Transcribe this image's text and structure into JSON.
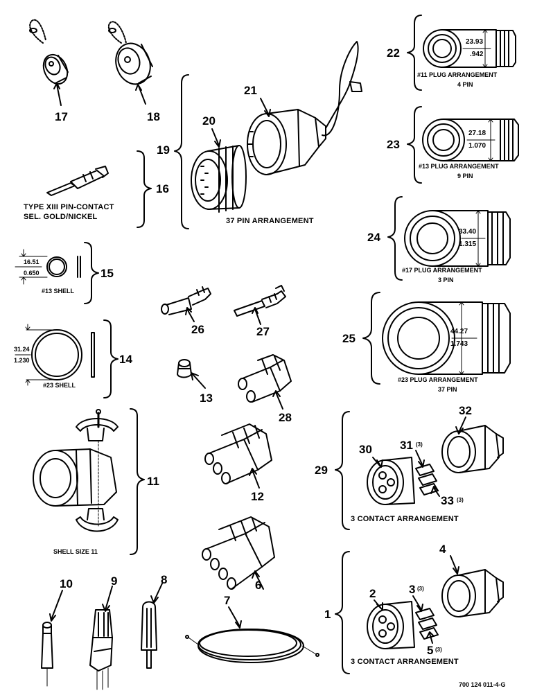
{
  "callouts": {
    "c1": "1",
    "c2": "2",
    "c3": "3",
    "c3q": "(3)",
    "c4": "4",
    "c5": "5",
    "c5q": "(3)",
    "c6": "6",
    "c7": "7",
    "c8": "8",
    "c9": "9",
    "c10": "10",
    "c11": "11",
    "c12": "12",
    "c13": "13",
    "c14": "14",
    "c15": "15",
    "c16": "16",
    "c17": "17",
    "c18": "18",
    "c19": "19",
    "c20": "20",
    "c21": "21",
    "c22": "22",
    "c23": "23",
    "c24": "24",
    "c25": "25",
    "c26": "26",
    "c27": "27",
    "c28": "28",
    "c29": "29",
    "c30": "30",
    "c31": "31",
    "c31q": "(3)",
    "c32": "32",
    "c33": "33",
    "c33q": "(3)"
  },
  "captions": {
    "pin_contact_l1": "TYPE XIII PIN-CONTACT",
    "pin_contact_l2": "SEL. GOLD/NICKEL",
    "pin37": "37 PIN ARRANGEMENT",
    "shell13": "#13 SHELL",
    "shell23": "#23 SHELL",
    "shell_size11": "SHELL SIZE 11",
    "contact3_a": "3 CONTACT ARRANGEMENT",
    "contact3_b": "3 CONTACT ARRANGEMENT",
    "plug11_l1": "#11 PLUG ARRANGEMENT",
    "plug11_l2": "4 PIN",
    "plug13_l1": "#13 PLUG ARRANGEMENT",
    "plug13_l2": "9 PIN",
    "plug17_l1": "#17 PLUG ARRANGEMENT",
    "plug17_l2": "3 PIN",
    "plug23_l1": "#23 PLUG ARRANGEMENT",
    "plug23_l2": "37 PIN",
    "drawing_no": "700 124 011-4-G"
  },
  "dimensions": {
    "d22_mm": "23.93",
    "d22_in": ".942",
    "d23_mm": "27.18",
    "d23_in": "1.070",
    "d24_mm": "33.40",
    "d24_in": "1.315",
    "d25_mm": "44.27",
    "d25_in": "1.743",
    "d15_mm": "16.51",
    "d15_in": "0.650",
    "d14_mm": "31.24",
    "d14_in": "1.230"
  }
}
